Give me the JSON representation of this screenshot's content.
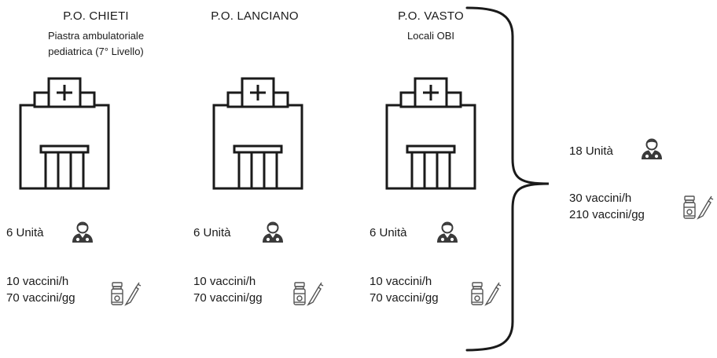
{
  "sites": [
    {
      "title": "P.O. CHIETI",
      "subtitle": [
        "Piastra ambulatoriale",
        "pediatrica (7° Livello)"
      ],
      "units": "6 Unità",
      "rate_hour": "10 vaccini/h",
      "rate_day": "70 vaccini/gg"
    },
    {
      "title": "P.O. LANCIANO",
      "subtitle": [],
      "units": "6 Unità",
      "rate_hour": "10 vaccini/h",
      "rate_day": "70 vaccini/gg"
    },
    {
      "title": "P.O. VASTO",
      "subtitle": [
        "Locali OBI"
      ],
      "units": "6 Unità",
      "rate_hour": "10 vaccini/h",
      "rate_day": "70 vaccini/gg"
    }
  ],
  "total": {
    "units": "18 Unità",
    "rate_hour": "30 vaccini/h",
    "rate_day": "210 vaccini/gg"
  },
  "icons": {
    "building": "hospital-building-icon",
    "staff": "health-worker-icon",
    "vaccine": "vaccine-vial-syringe-icon"
  }
}
